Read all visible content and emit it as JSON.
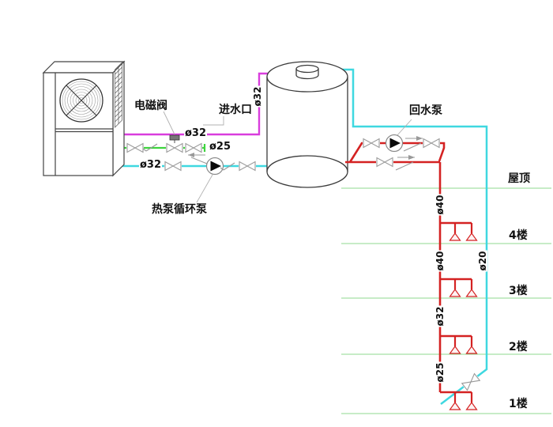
{
  "diagram": {
    "equipment_labels": {
      "solenoid_valve": "电磁阀",
      "water_inlet": "进水口",
      "return_pump": "回水泵",
      "heat_pump_circulation_pump": "热泵循环泵"
    },
    "floor_labels": {
      "roof": "屋顶",
      "floor4": "4楼",
      "floor3": "3楼",
      "floor2": "2楼",
      "floor1": "1楼"
    },
    "pipe_sizes": {
      "inlet_horizontal": "ø32",
      "inlet_riser": "ø32",
      "solenoid_branch": "ø25",
      "circulation": "ø32",
      "riser_roof_segment": "ø40",
      "riser_4f_segment": "ø40",
      "riser_3f_segment": "ø32",
      "riser_2f_segment": "ø25",
      "return_riser": "ø20"
    },
    "colors": {
      "inlet_pipe": "#d93ddd",
      "solenoid_pipe": "#3ed43e",
      "circulation_pipe": "#3fd8e0",
      "hot_supply_pipe": "#d42222",
      "floor_line": "#8fd98f",
      "valve_outline": "#999999"
    }
  }
}
